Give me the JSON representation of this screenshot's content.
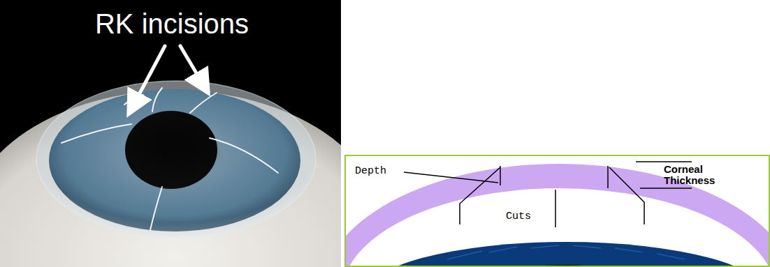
{
  "diagram": {
    "labels": [
      "RK incisions",
      "Depth",
      "Cuts",
      "Corneal Thickness"
    ]
  }
}
